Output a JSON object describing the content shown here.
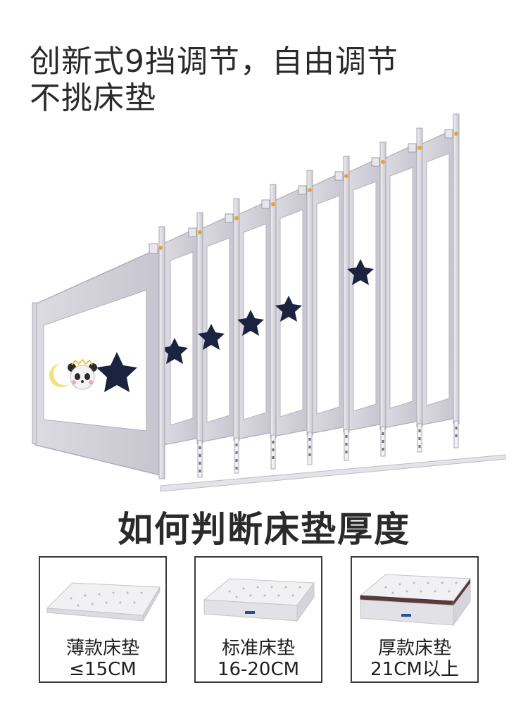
{
  "headline": {
    "line1": "创新式9挡调节，自由调节",
    "line2": "不挑床垫"
  },
  "illustration": {
    "panel_count": 9,
    "icons": [
      "moon-icon",
      "panda-icon",
      "star-icon"
    ]
  },
  "section_title": "如何判断床垫厚度",
  "mattress_cards": [
    {
      "label": "薄款床垫",
      "spec": "≤15CM",
      "icon": "thin-mattress-icon"
    },
    {
      "label": "标准床垫",
      "spec": "16-20CM",
      "icon": "standard-mattress-icon"
    },
    {
      "label": "厚款床垫",
      "spec": "21CM以上",
      "icon": "thick-mattress-icon"
    }
  ],
  "colors": {
    "panel_gray": "#cfcdd6",
    "panel_edge": "#b9b7c2",
    "star_navy": "#1c2340",
    "moon_yellow": "#f3e27a",
    "accent_orange": "#f0a030"
  }
}
